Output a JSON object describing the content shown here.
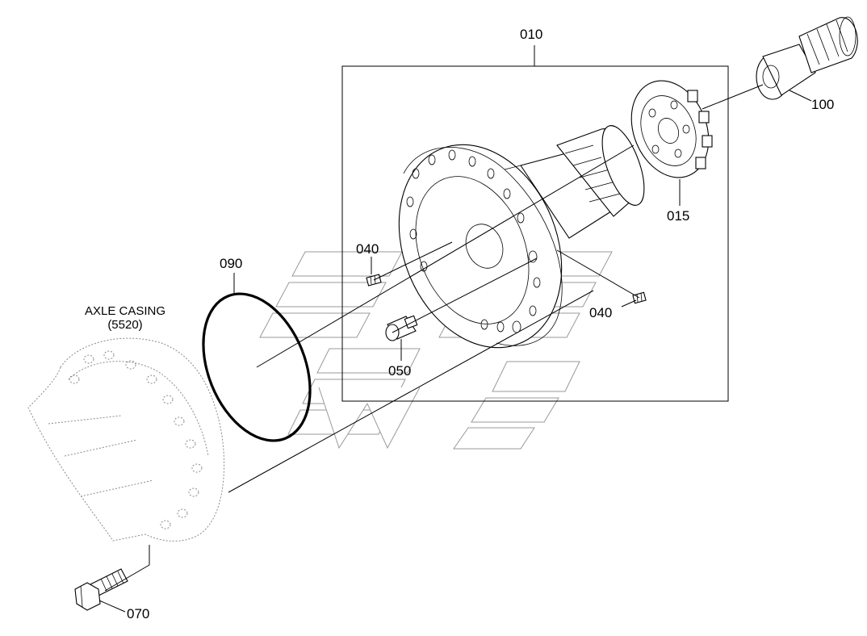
{
  "callouts": {
    "c010": "010",
    "c100": "100",
    "c015": "015",
    "c040a": "040",
    "c040b": "040",
    "c050": "050",
    "c090": "090",
    "c070": "070"
  },
  "axle_casing": {
    "name": "AXLE CASING",
    "ref": "(5520)"
  },
  "colors": {
    "line": "#000000",
    "ghost_outline": "#8a8a8a",
    "watermark": "#999999",
    "background": "#ffffff"
  }
}
